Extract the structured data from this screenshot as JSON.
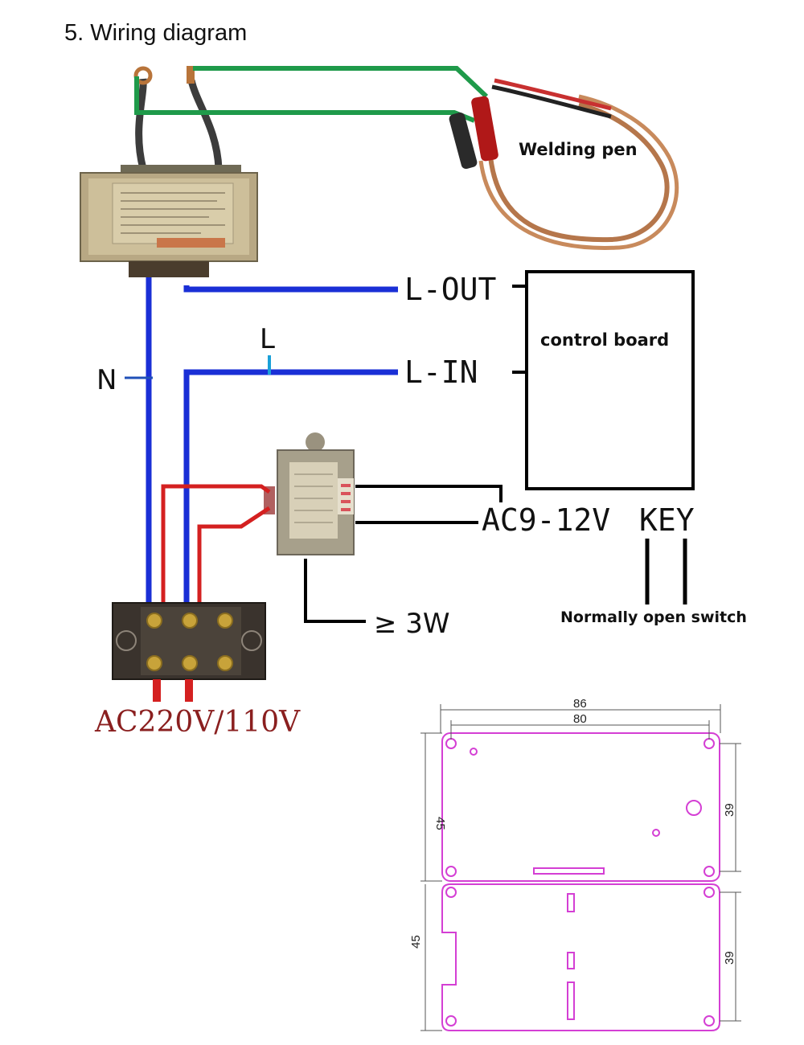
{
  "title": "5.  Wiring diagram",
  "labels": {
    "welding_pen": "Welding pen",
    "l_out": "L-OUT",
    "l_in": "L-IN",
    "l": "L",
    "n": "N",
    "control_board": "control board",
    "ac_low": "AC9-12V",
    "key": "KEY",
    "power": "≥ 3W",
    "normally_open_switch": "Normally open switch",
    "mains": "AC220V/110V"
  },
  "dimensions": {
    "width_outer": "86",
    "width_holes": "80",
    "height_left_top": "45",
    "height_left_bottom": "45",
    "height_right_top": "39",
    "height_right_bottom": "39"
  },
  "colors": {
    "wire_neutral_line": "#1a2fd6",
    "wire_low_voltage": "#d42020",
    "wire_pen": "#1f9a4a",
    "wire_black": "#000000",
    "pcb_outline": "#d43fd4",
    "mains_text": "#8a1f1f"
  }
}
